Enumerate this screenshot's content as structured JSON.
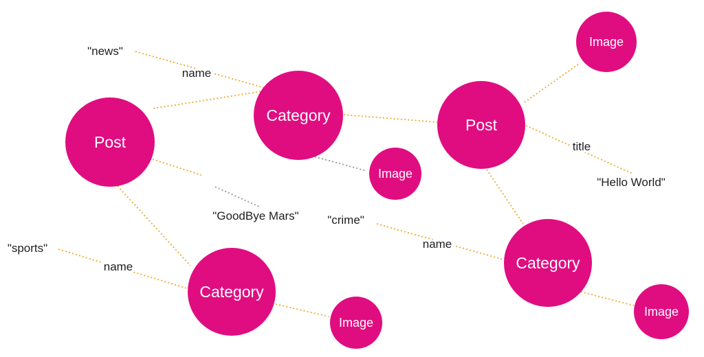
{
  "diagram": {
    "type": "graph-visualization",
    "background": "#ffffff",
    "colors": {
      "node_fill": "#E00D81",
      "node_label": "#ffffff",
      "edge_orange": "#EFAE3A",
      "edge_gray": "#9B9B9B",
      "text": "#1F1F1F"
    },
    "nodes": [
      {
        "id": "post-left",
        "label": "Post"
      },
      {
        "id": "category-center",
        "label": "Category"
      },
      {
        "id": "image-center",
        "label": "Image"
      },
      {
        "id": "post-right",
        "label": "Post"
      },
      {
        "id": "image-top-right",
        "label": "Image"
      },
      {
        "id": "category-bottom-right",
        "label": "Category"
      },
      {
        "id": "image-bottom-right",
        "label": "Image"
      },
      {
        "id": "category-bottom-left",
        "label": "Category"
      },
      {
        "id": "image-bottom",
        "label": "Image"
      }
    ],
    "edge_labels": [
      {
        "id": "name-news",
        "label": "name"
      },
      {
        "id": "title-hello",
        "label": "title"
      },
      {
        "id": "name-crime",
        "label": "name"
      },
      {
        "id": "name-sports",
        "label": "name"
      }
    ],
    "literals": [
      {
        "id": "news",
        "label": "\"news\""
      },
      {
        "id": "goodbye-mars",
        "label": "\"GoodBye Mars\""
      },
      {
        "id": "crime",
        "label": "\"crime\""
      },
      {
        "id": "hello-world",
        "label": "\"Hello World\""
      },
      {
        "id": "sports",
        "label": "\"sports\""
      }
    ]
  }
}
